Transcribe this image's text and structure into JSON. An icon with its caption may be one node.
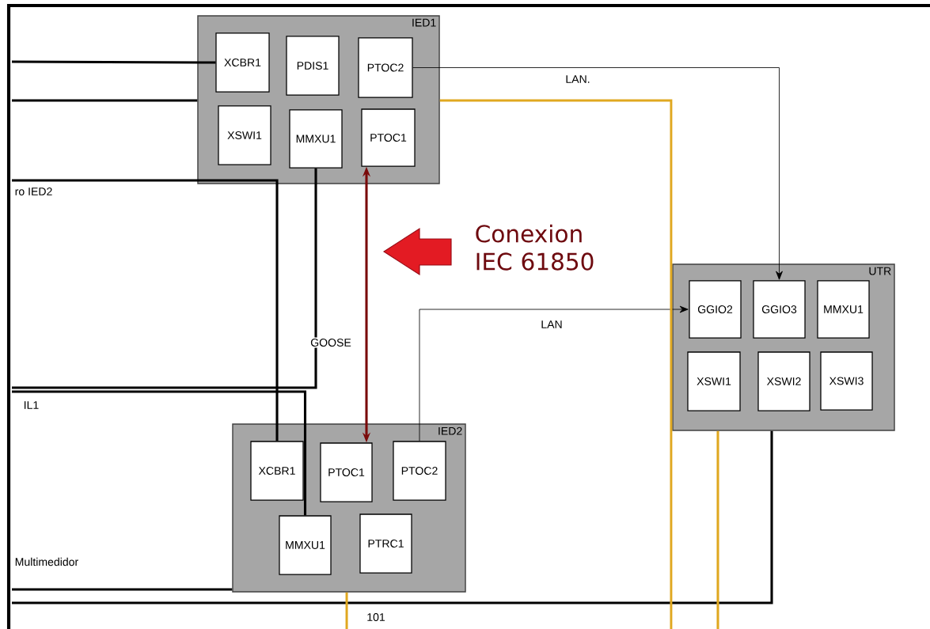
{
  "diagram": {
    "nodes": [
      {
        "text": [
          "IED1"
        ]
      },
      {
        "text": [
          "XCBR1"
        ],
        "in": 0
      },
      {
        "text": [
          "PDIS1"
        ],
        "in": 0
      },
      {
        "text": [
          "PTOC2"
        ],
        "in": 0
      },
      {
        "text": [
          "XSWI1"
        ],
        "in": 0
      },
      {
        "text": [
          "MMXU1"
        ],
        "in": 0
      },
      {
        "text": [
          "PTOC1"
        ],
        "in": 0
      },
      {
        "text": [
          "IED2"
        ]
      },
      {
        "text": [
          "XCBR1"
        ],
        "in": 7
      },
      {
        "text": [
          "PTOC1"
        ],
        "in": 7
      },
      {
        "text": [
          "PTOC2"
        ],
        "in": 7
      },
      {
        "text": [
          "MMXU1"
        ],
        "in": 7
      },
      {
        "text": [
          "PTRC1"
        ],
        "in": 7
      },
      {
        "text": [
          "UTR"
        ]
      },
      {
        "text": [
          "GGIO2"
        ],
        "in": 13
      },
      {
        "text": [
          "GGIO3"
        ],
        "in": 13
      },
      {
        "text": [
          "MMXU1"
        ],
        "in": 13
      },
      {
        "text": [
          "XSWI1"
        ],
        "in": 13
      },
      {
        "text": [
          "XSWI2"
        ],
        "in": 13
      },
      {
        "text": [
          "XSWI3"
        ],
        "in": 13
      }
    ],
    "edges": [
      {
        "from": 3,
        "to": 15,
        "arrow": "to",
        "label": "LAN."
      },
      {
        "from": 10,
        "to": 14,
        "arrow": "to",
        "label": "LAN"
      },
      {
        "from": 6,
        "to": 9,
        "arrow": "both",
        "label": "GOOSE",
        "color": "#7a0a0a"
      },
      {
        "from": null,
        "to": 1,
        "arrow": "none"
      },
      {
        "from": null,
        "to": 0,
        "arrow": "none"
      },
      {
        "from": null,
        "to": 8,
        "arrow": "none"
      },
      {
        "from": 5,
        "to": null,
        "arrow": "none"
      },
      {
        "from": null,
        "to": 11,
        "arrow": "none"
      },
      {
        "from": null,
        "to": 7,
        "arrow": "none"
      },
      {
        "from": null,
        "to": 13,
        "arrow": "none"
      },
      {
        "from": 0,
        "to": null,
        "arrow": "none",
        "color": "#e0a820"
      },
      {
        "from": 13,
        "to": null,
        "arrow": "none",
        "color": "#e0a820"
      },
      {
        "from": 7,
        "to": null,
        "arrow": "none",
        "color": "#e0a820"
      }
    ],
    "labels": [
      "Conexion IEC 61850",
      "ro IED2",
      "IL1",
      "Multimedidor",
      "101"
    ]
  }
}
